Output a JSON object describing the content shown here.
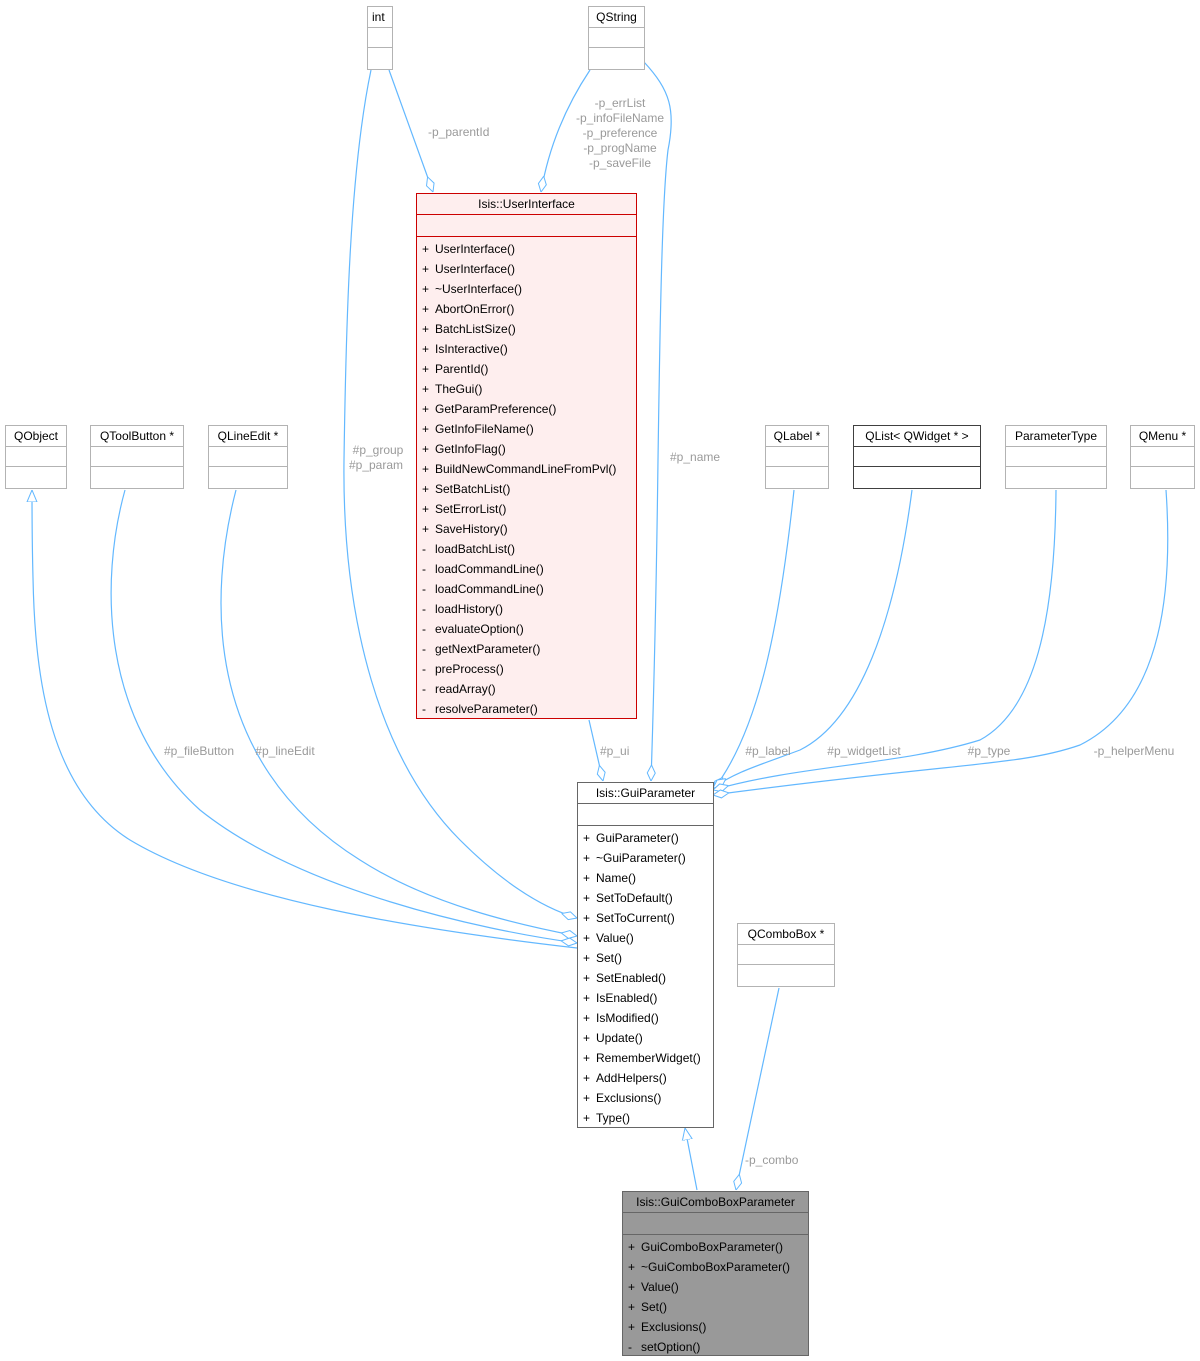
{
  "nodes": {
    "int": {
      "title": "int"
    },
    "qstring": {
      "title": "QString"
    },
    "userinterface": {
      "title": "Isis::UserInterface",
      "methods": [
        {
          "vis": "+",
          "name": "UserInterface()"
        },
        {
          "vis": "+",
          "name": "UserInterface()"
        },
        {
          "vis": "+",
          "name": "~UserInterface()"
        },
        {
          "vis": "+",
          "name": "AbortOnError()"
        },
        {
          "vis": "+",
          "name": "BatchListSize()"
        },
        {
          "vis": "+",
          "name": "IsInteractive()"
        },
        {
          "vis": "+",
          "name": "ParentId()"
        },
        {
          "vis": "+",
          "name": "TheGui()"
        },
        {
          "vis": "+",
          "name": "GetParamPreference()"
        },
        {
          "vis": "+",
          "name": "GetInfoFileName()"
        },
        {
          "vis": "+",
          "name": "GetInfoFlag()"
        },
        {
          "vis": "+",
          "name": "BuildNewCommandLineFromPvl()"
        },
        {
          "vis": "+",
          "name": "SetBatchList()"
        },
        {
          "vis": "+",
          "name": "SetErrorList()"
        },
        {
          "vis": "+",
          "name": "SaveHistory()"
        },
        {
          "vis": "-",
          "name": "loadBatchList()"
        },
        {
          "vis": "-",
          "name": "loadCommandLine()"
        },
        {
          "vis": "-",
          "name": "loadCommandLine()"
        },
        {
          "vis": "-",
          "name": "loadHistory()"
        },
        {
          "vis": "-",
          "name": "evaluateOption()"
        },
        {
          "vis": "-",
          "name": "getNextParameter()"
        },
        {
          "vis": "-",
          "name": "preProcess()"
        },
        {
          "vis": "-",
          "name": "readArray()"
        },
        {
          "vis": "-",
          "name": "resolveParameter()"
        }
      ]
    },
    "qobject": {
      "title": "QObject"
    },
    "qtoolbutton": {
      "title": "QToolButton *"
    },
    "qlineedit": {
      "title": "QLineEdit *"
    },
    "qlabel": {
      "title": "QLabel *"
    },
    "qlist": {
      "title": "QList< QWidget * >"
    },
    "parametertype": {
      "title": "ParameterType"
    },
    "qmenu": {
      "title": "QMenu *"
    },
    "guiparameter": {
      "title": "Isis::GuiParameter",
      "methods": [
        {
          "vis": "+",
          "name": "GuiParameter()"
        },
        {
          "vis": "+",
          "name": "~GuiParameter()"
        },
        {
          "vis": "+",
          "name": "Name()"
        },
        {
          "vis": "+",
          "name": "SetToDefault()"
        },
        {
          "vis": "+",
          "name": "SetToCurrent()"
        },
        {
          "vis": "+",
          "name": "Value()"
        },
        {
          "vis": "+",
          "name": "Set()"
        },
        {
          "vis": "+",
          "name": "SetEnabled()"
        },
        {
          "vis": "+",
          "name": "IsEnabled()"
        },
        {
          "vis": "+",
          "name": "IsModified()"
        },
        {
          "vis": "+",
          "name": "Update()"
        },
        {
          "vis": "+",
          "name": "RememberWidget()"
        },
        {
          "vis": "+",
          "name": "AddHelpers()"
        },
        {
          "vis": "+",
          "name": "Exclusions()"
        },
        {
          "vis": "+",
          "name": "Type()"
        }
      ]
    },
    "qcombobox": {
      "title": "QComboBox *"
    },
    "guicombobox": {
      "title": "Isis::GuiComboBoxParameter",
      "methods": [
        {
          "vis": "+",
          "name": "GuiComboBoxParameter()"
        },
        {
          "vis": "+",
          "name": "~GuiComboBoxParameter()"
        },
        {
          "vis": "+",
          "name": "Value()"
        },
        {
          "vis": "+",
          "name": "Set()"
        },
        {
          "vis": "+",
          "name": "Exclusions()"
        },
        {
          "vis": "-",
          "name": "setOption()"
        }
      ]
    }
  },
  "edge_labels": {
    "parent_id": "-p_parentId",
    "err_list": "-p_errList",
    "info_file_name": "-p_infoFileName",
    "preference": "-p_preference",
    "prog_name": "-p_progName",
    "save_file": "-p_saveFile",
    "group": "#p_group",
    "param": "#p_param",
    "name": "#p_name",
    "file_button": "#p_fileButton",
    "line_edit": "#p_lineEdit",
    "ui": "#p_ui",
    "label": "#p_label",
    "widget_list": "#p_widgetList",
    "type": "#p_type",
    "helper_menu": "-p_helperMenu",
    "combo": "-p_combo"
  },
  "colors": {
    "edge": "#63b8ff",
    "label": "#9a9a9a",
    "user_interface_fill": "#feeeee",
    "user_interface_border": "#cc0000",
    "combo_parameter_fill": "#999999"
  }
}
